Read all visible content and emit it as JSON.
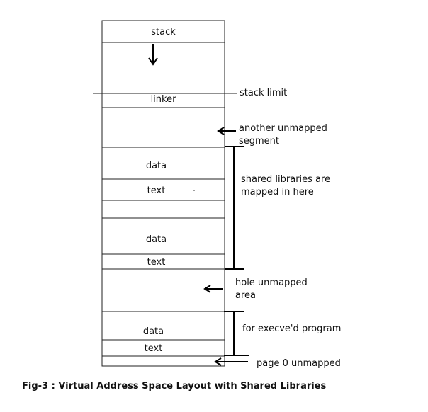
{
  "segments": {
    "stack": "stack",
    "linker": "linker",
    "data_upper": "data",
    "text_upper": "text",
    "data_middle": "data",
    "text_middle": "text",
    "data_lower": "data",
    "text_lower": "text"
  },
  "annotations": {
    "stack_limit": "stack limit",
    "another_unmapped_line1": "another unmapped",
    "another_unmapped_line2": "segment",
    "shared_libs_line1": "shared libraries are",
    "shared_libs_line2": "mapped in here",
    "hole_line1": "hole unmapped",
    "hole_line2": "area",
    "execve": "for execve'd program",
    "page0": "page 0 unmapped"
  },
  "caption": "Fig-3 : Virtual Address Space Layout with Shared Libraries"
}
